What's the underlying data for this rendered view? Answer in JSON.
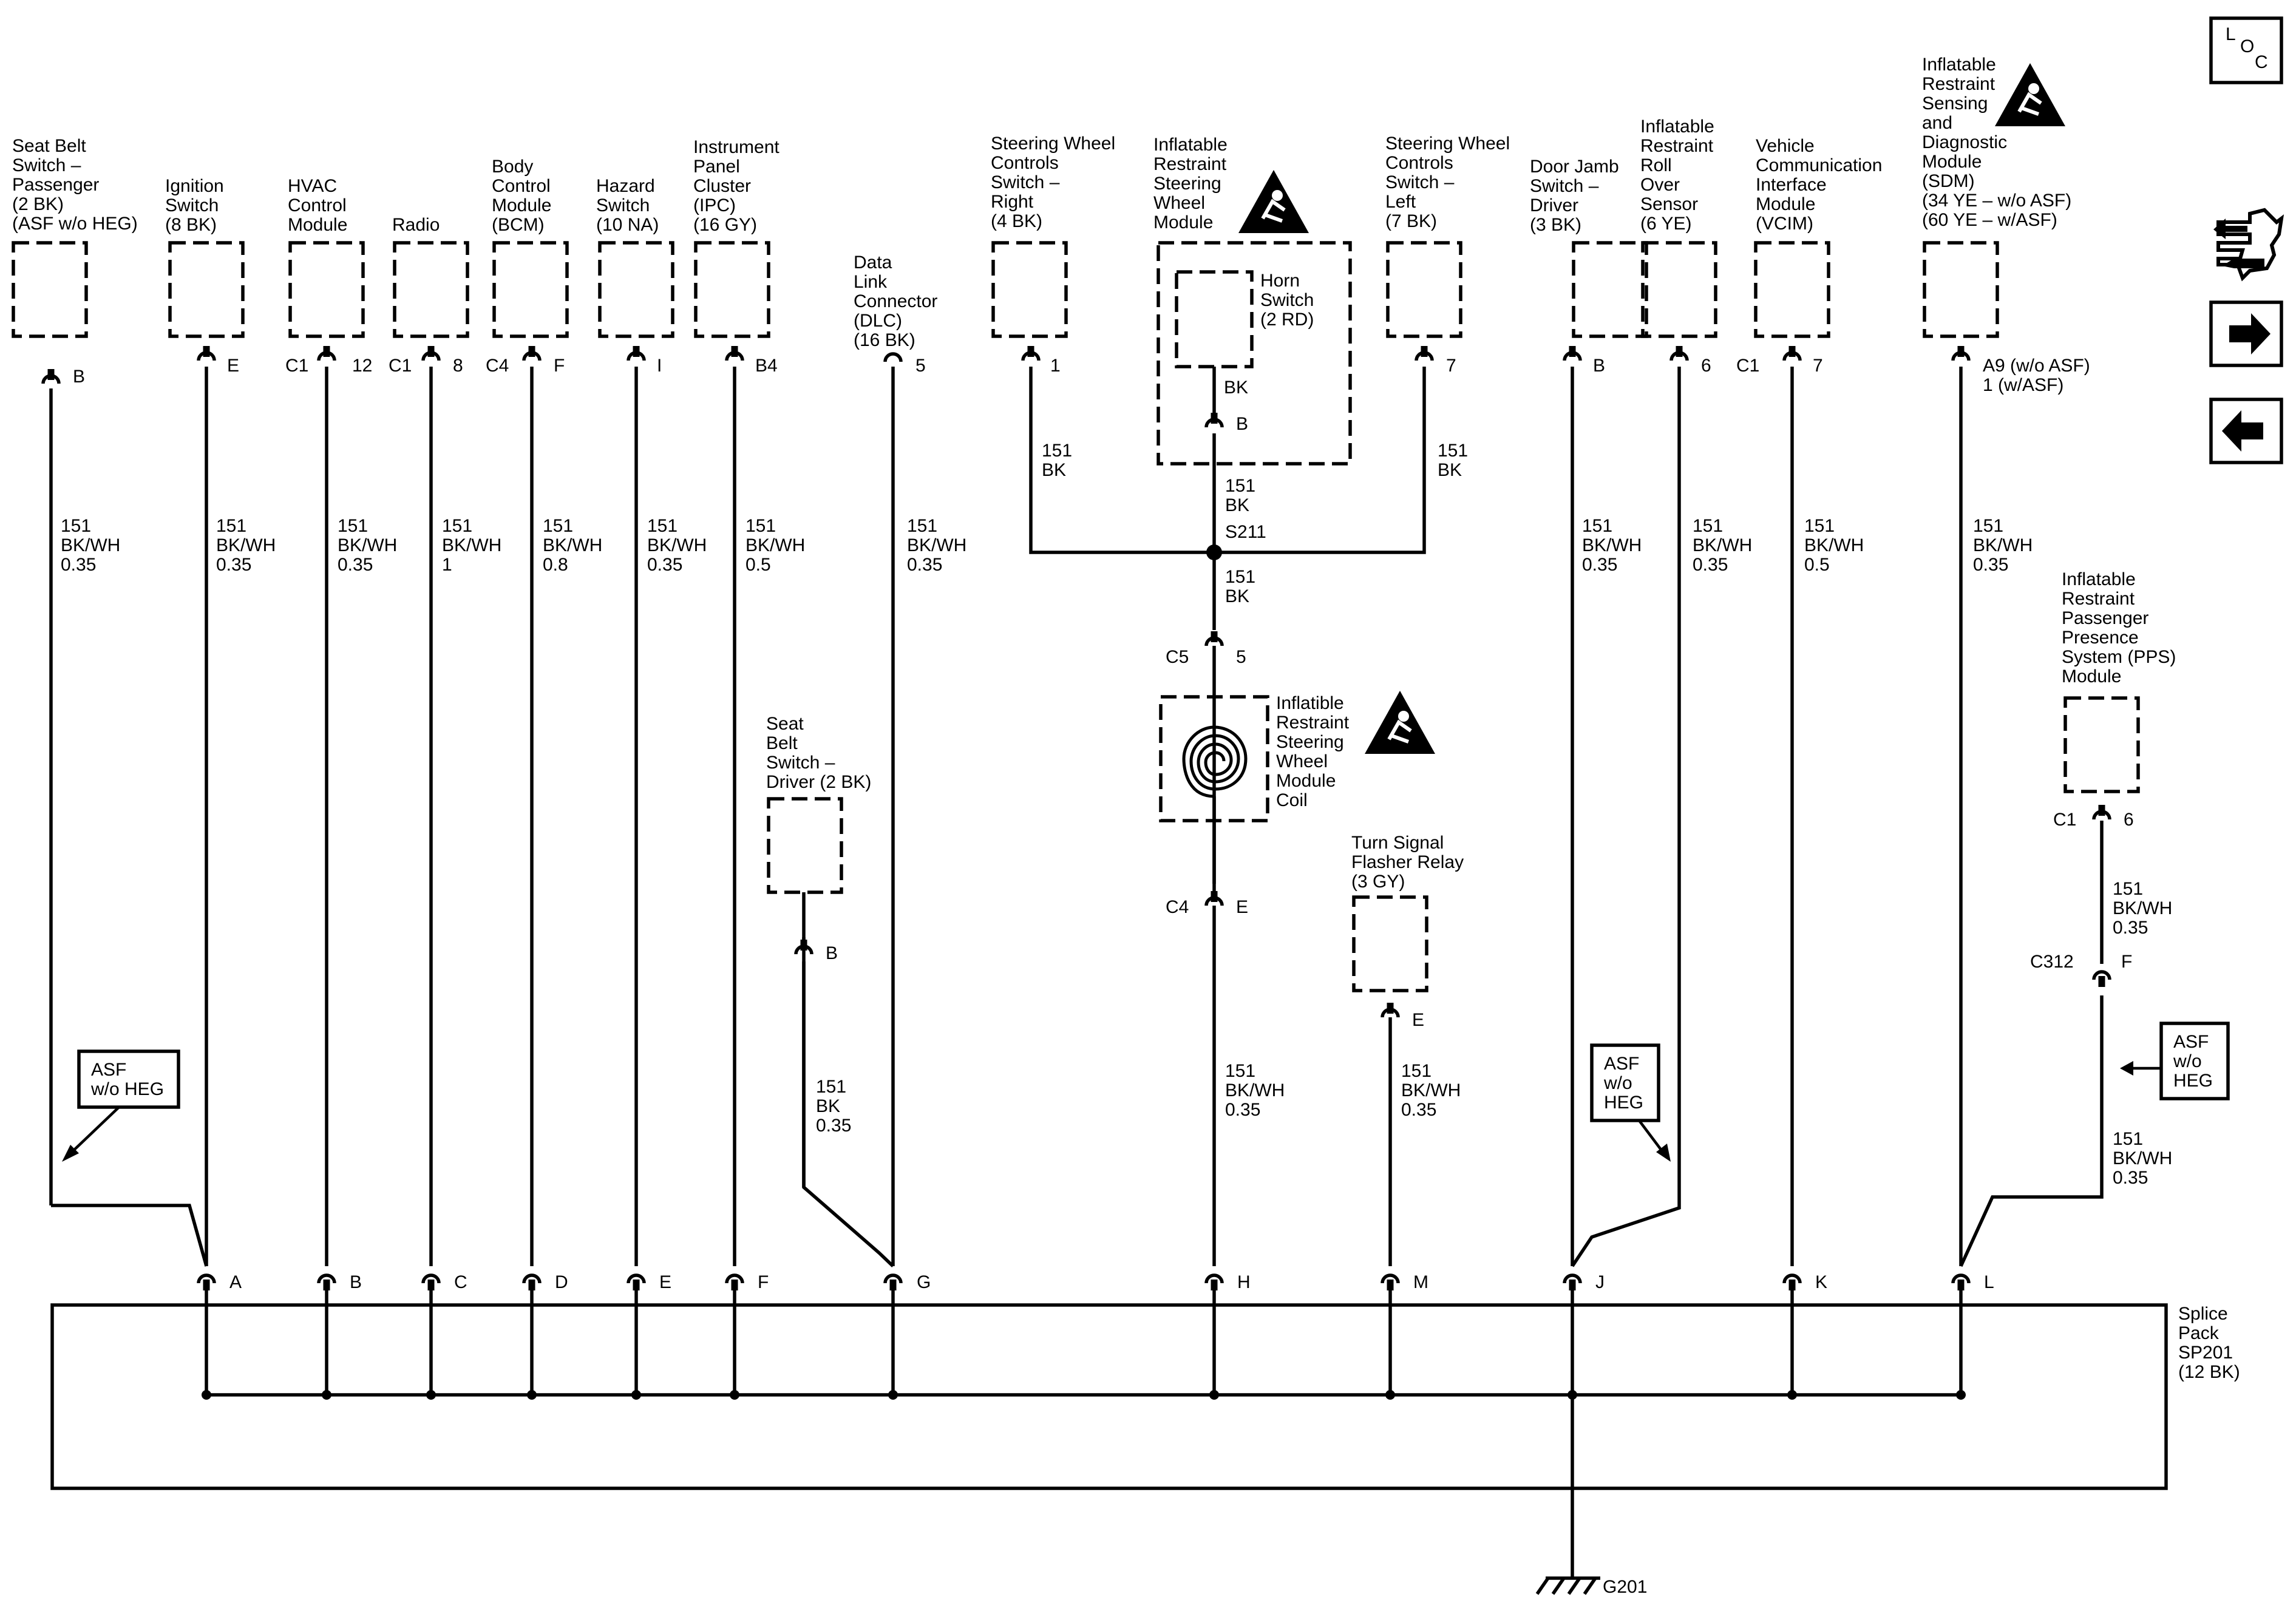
{
  "components": {
    "seat_belt_pass": [
      "Seat Belt",
      "Switch –",
      "Passenger",
      "(2 BK)",
      "(ASF w/o HEG)"
    ],
    "ignition": [
      "Ignition",
      "Switch",
      "(8 BK)"
    ],
    "hvac": [
      "HVAC",
      "Control",
      "Module"
    ],
    "radio": [
      "Radio"
    ],
    "bcm": [
      "Body",
      "Control",
      "Module",
      "(BCM)"
    ],
    "hazard": [
      "Hazard",
      "Switch",
      "(10 NA)"
    ],
    "ipc": [
      "Instrument",
      "Panel",
      "Cluster",
      "(IPC)",
      "(16 GY)"
    ],
    "dlc": [
      "Data",
      "Link",
      "Connector",
      "(DLC)",
      "(16 BK)"
    ],
    "swc_right": [
      "Steering Wheel",
      "Controls",
      "Switch –",
      "Right",
      "(4 BK)"
    ],
    "irswm": [
      "Inflatable",
      "Restraint",
      "Steering",
      "Wheel",
      "Module"
    ],
    "horn": [
      "Horn",
      "Switch",
      "(2 RD)"
    ],
    "swc_left": [
      "Steering Wheel",
      "Controls",
      "Switch –",
      "Left",
      "(7 BK)"
    ],
    "door_jamb": [
      "Door Jamb",
      "Switch –",
      "Driver",
      "(3 BK)"
    ],
    "rollover": [
      "Inflatable",
      "Restraint",
      "Roll",
      "Over",
      "Sensor",
      "(6 YE)"
    ],
    "vcim": [
      "Vehicle",
      "Communication",
      "Interface",
      "Module",
      "(VCIM)"
    ],
    "sdm": [
      "Inflatable",
      "Restraint",
      "Sensing",
      "and",
      "Diagnostic",
      "Module",
      "(SDM)",
      "(34 YE – w/o ASF)",
      "(60 YE – w/ASF)"
    ],
    "seat_belt_drv": [
      "Seat",
      "Belt",
      "Switch –",
      "Driver (2 BK)"
    ],
    "coil": [
      "Inflatible",
      "Restraint",
      "Steering",
      "Wheel",
      "Module",
      "Coil"
    ],
    "turn_flasher": [
      "Turn Signal",
      "Flasher Relay",
      "(3 GY)"
    ],
    "pps": [
      "Inflatable",
      "Restraint",
      "Passenger",
      "Presence",
      "System (PPS)",
      "Module"
    ],
    "splice_pack": [
      "Splice",
      "Pack",
      "SP201",
      "(12 BK)"
    ]
  },
  "pins": {
    "seat_belt_pass": "B",
    "ignition": "E",
    "hvac_conn": "C1",
    "hvac": "12",
    "radio_conn": "C1",
    "radio": "8",
    "bcm_conn": "C4",
    "bcm": "F",
    "hazard": "I",
    "ipc": "B4",
    "dlc": "5",
    "swc_right": "1",
    "horn_wire": "BK",
    "horn": "B",
    "swc_left": "7",
    "door_jamb": "B",
    "rollover": "6",
    "vcim_conn": "C1",
    "vcim": "7",
    "sdm": [
      "A9 (w/o ASF)",
      "1 (w/ASF)"
    ],
    "seat_belt_drv": "B",
    "c5_conn": "C5",
    "c5": "5",
    "c4_conn": "C4",
    "c4": "E",
    "turn_flasher": "E",
    "pps_conn": "C1",
    "pps": "6",
    "c312_conn": "C312",
    "c312": "F",
    "splice": [
      "A",
      "B",
      "C",
      "D",
      "E",
      "F",
      "G",
      "H",
      "M",
      "J",
      "K",
      "L"
    ],
    "splice_node": "S211"
  },
  "wires": {
    "w_sbp": [
      "151",
      "BK/WH",
      "0.35"
    ],
    "w_ign": [
      "151",
      "BK/WH",
      "0.35"
    ],
    "w_hvac": [
      "151",
      "BK/WH",
      "0.35"
    ],
    "w_radio": [
      "151",
      "BK/WH",
      "1"
    ],
    "w_bcm": [
      "151",
      "BK/WH",
      "0.8"
    ],
    "w_hazard": [
      "151",
      "BK/WH",
      "0.35"
    ],
    "w_ipc": [
      "151",
      "BK/WH",
      "0.5"
    ],
    "w_dlc": [
      "151",
      "BK/WH",
      "0.35"
    ],
    "w_swcr": [
      "151",
      "BK"
    ],
    "w_horn": [
      "151",
      "BK"
    ],
    "w_swcl": [
      "151",
      "BK"
    ],
    "w_s211": [
      "151",
      "BK"
    ],
    "w_door": [
      "151",
      "BK/WH",
      "0.35"
    ],
    "w_roll": [
      "151",
      "BK/WH",
      "0.35"
    ],
    "w_vcim": [
      "151",
      "BK/WH",
      "0.5"
    ],
    "w_sdm": [
      "151",
      "BK/WH",
      "0.35"
    ],
    "w_sbd": [
      "151",
      "BK",
      "0.35"
    ],
    "w_coil": [
      "151",
      "BK/WH",
      "0.35"
    ],
    "w_turn": [
      "151",
      "BK/WH",
      "0.35"
    ],
    "w_pps1": [
      "151",
      "BK/WH",
      "0.35"
    ],
    "w_pps2": [
      "151",
      "BK/WH",
      "0.35"
    ]
  },
  "options": {
    "asf_left": [
      "ASF",
      "w/o HEG"
    ],
    "asf_mid": [
      "ASF",
      "w/o",
      "HEG"
    ],
    "asf_right": [
      "ASF",
      "w/o",
      "HEG"
    ]
  },
  "ground": "G201",
  "loc_box": [
    "L",
    "O",
    "C"
  ],
  "icons": [
    "airbag-warning-icon",
    "service-wrench-icon",
    "arrow-right-icon",
    "arrow-left-icon"
  ]
}
